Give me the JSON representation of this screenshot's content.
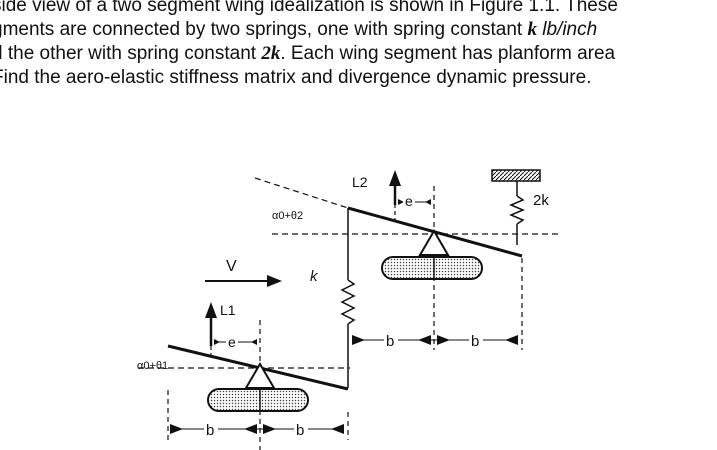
{
  "text": {
    "line1": "side view of a two segment wing idealization is shown in Figure 1.1. These",
    "line2a": "gments are connected by two springs, one with spring constant ",
    "line2k": "k",
    "line2b": " lb/inch",
    "line3a": "d the other with spring constant ",
    "line3k": "2k",
    "line3b": ". Each wing segment has planform area",
    "line4": " Find the aero-elastic stiffness matrix and divergence dynamic pressure."
  },
  "diagram": {
    "velocity_label": "V",
    "lift1_label": "L1",
    "lift2_label": "L2",
    "spring1_label": "k",
    "spring2_label": "2k",
    "ecc1_label": "e",
    "ecc2_label": "e",
    "angle1_label": "α0+θ1",
    "angle2_label": "α0+θ2",
    "b_label_1": "b",
    "b_label_2": "b",
    "b_label_3": "b",
    "b_label_4": "b"
  }
}
